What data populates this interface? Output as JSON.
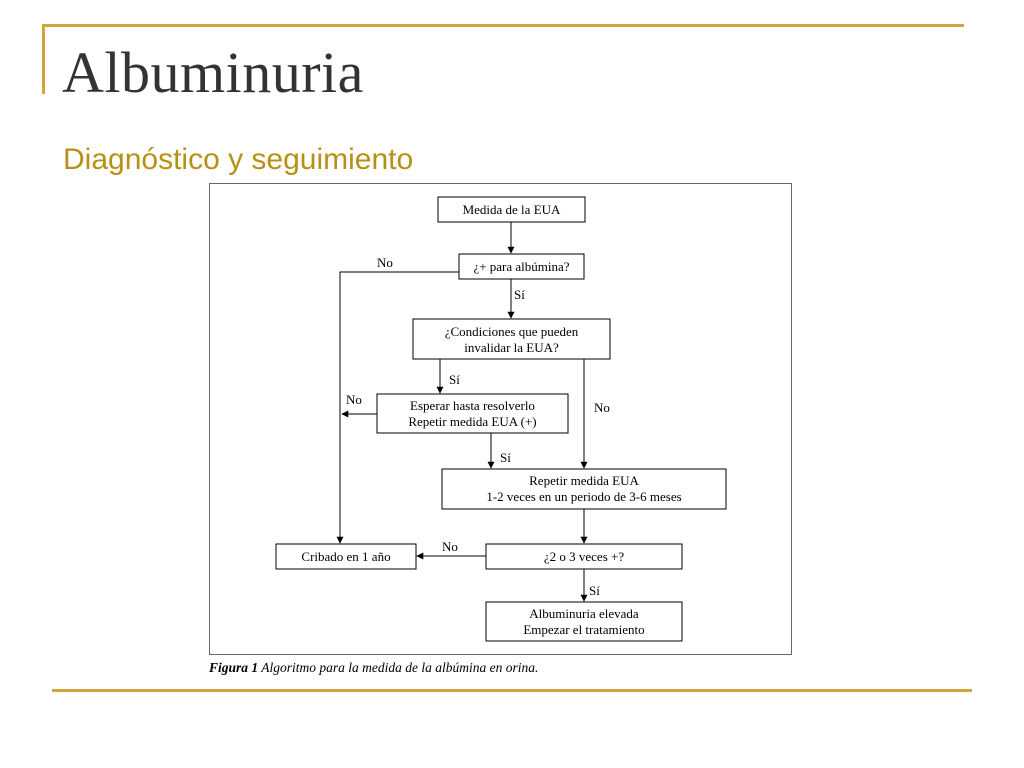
{
  "slide": {
    "title": "Albuminuria",
    "subtitle": "Diagnóstico y seguimiento"
  },
  "flowchart": {
    "nodes": {
      "n1": "Medida de la EUA",
      "n2": "¿+ para albúmina?",
      "n3_l1": "¿Condiciones que pueden",
      "n3_l2": "invalidar la EUA?",
      "n4_l1": "Esperar hasta resolverlo",
      "n4_l2": "Repetir medida EUA (+)",
      "n5_l1": "Repetir medida EUA",
      "n5_l2": "1-2 veces en un periodo de 3-6 meses",
      "n6": "¿2 o 3 veces +?",
      "n7": "Cribado en 1 año",
      "n8_l1": "Albuminuria elevada",
      "n8_l2": "Empezar el tratamiento"
    },
    "edge_labels": {
      "no": "No",
      "yes": "Sí"
    }
  },
  "caption": {
    "label": "Figura 1",
    "text": "Algoritmo para la medida de la albúmina en orina."
  }
}
